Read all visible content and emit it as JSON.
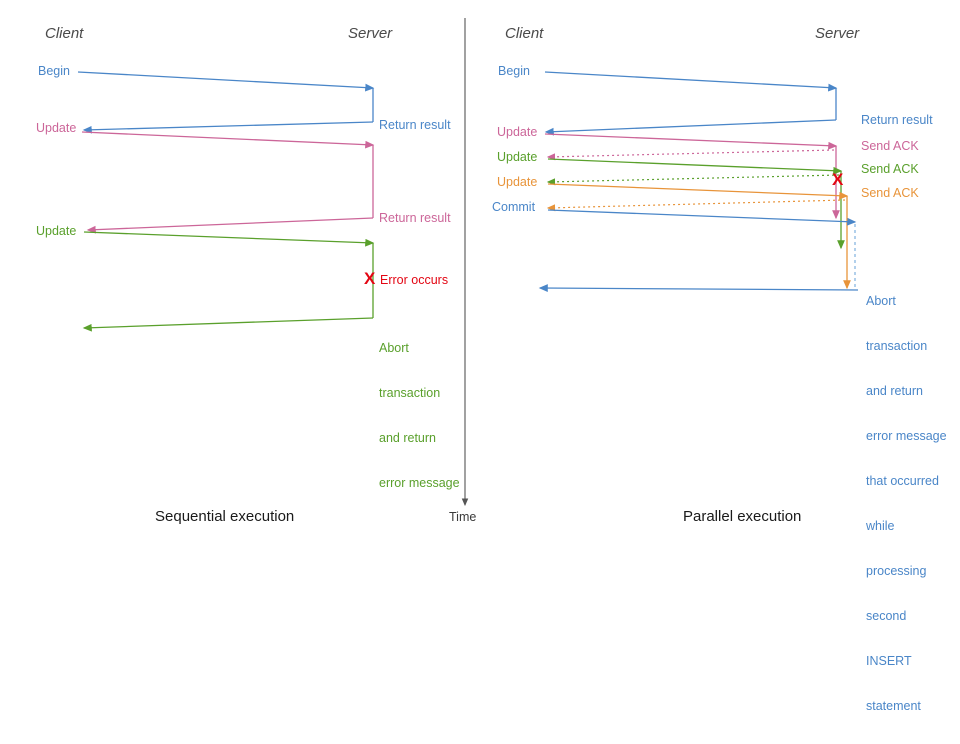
{
  "diagram": {
    "title_left": "Sequential execution",
    "title_right": "Parallel execution",
    "time_axis_label": "Time",
    "colors": {
      "blue": "#4a86c8",
      "pink": "#cc6699",
      "green": "#5aa02c",
      "orange": "#e8943a",
      "red": "#e30613",
      "header_gray": "#4a4a4a",
      "axis_gray": "#555555"
    }
  },
  "left_panel": {
    "header_client": "Client",
    "header_server": "Server",
    "caption": "Sequential execution",
    "messages": [
      {
        "label": "Begin",
        "color": "blue",
        "kind": "request"
      },
      {
        "label": "Return result",
        "color": "blue",
        "kind": "response"
      },
      {
        "label": "Update",
        "color": "pink",
        "kind": "request"
      },
      {
        "label": "Return result",
        "color": "pink",
        "kind": "response"
      },
      {
        "label": "Update",
        "color": "green",
        "kind": "request"
      },
      {
        "label": "Error occurs",
        "color": "red",
        "kind": "error"
      },
      {
        "label": "Abort\ntransaction\nand return\nerror message",
        "color": "green",
        "kind": "response"
      }
    ],
    "error_marker": "X",
    "error_text": "Error occurs",
    "abort_text_lines": [
      "Abort",
      "transaction",
      "and return",
      "error message"
    ]
  },
  "right_panel": {
    "header_client": "Client",
    "header_server": "Server",
    "caption": "Parallel execution",
    "client_calls": [
      {
        "label": "Begin",
        "color": "blue"
      },
      {
        "label": "Update",
        "color": "pink"
      },
      {
        "label": "Update",
        "color": "green"
      },
      {
        "label": "Update",
        "color": "orange"
      },
      {
        "label": "Commit",
        "color": "blue"
      }
    ],
    "server_replies": [
      {
        "label": "Return result",
        "color": "blue"
      },
      {
        "label": "Send ACK",
        "color": "pink"
      },
      {
        "label": "Send ACK",
        "color": "green"
      },
      {
        "label": "Send ACK",
        "color": "orange"
      }
    ],
    "error_marker": "X",
    "abort_text_lines": [
      "Abort",
      "transaction",
      "and return",
      "error message",
      "that occurred",
      "while",
      "processing",
      "second",
      "INSERT",
      "statement"
    ]
  }
}
